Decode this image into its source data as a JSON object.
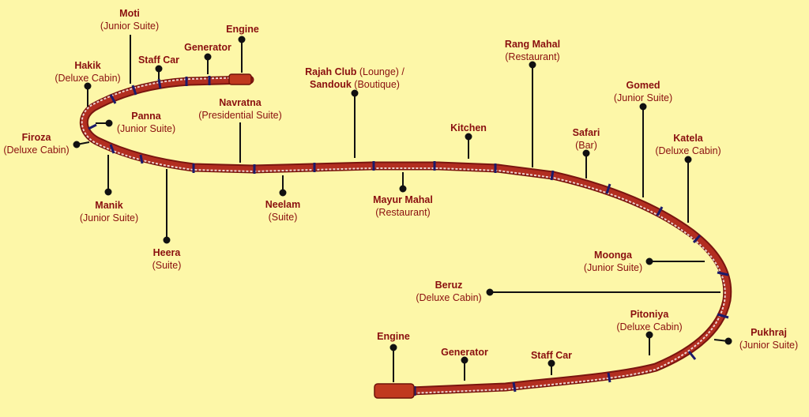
{
  "colors": {
    "background": "#fdf7a8",
    "label_text": "#8a0f0f",
    "coach_body": "#a8251a",
    "coach_roof": "#ffffff",
    "engine_body": "#b8341f",
    "leader_line": "#111111"
  },
  "labels": {
    "moti": {
      "name": "Moti",
      "kind": "(Junior Suite)"
    },
    "engine_top": {
      "name": "Engine",
      "kind": ""
    },
    "generator_top": {
      "name": "Generator",
      "kind": ""
    },
    "staff_car_top": {
      "name": "Staff Car",
      "kind": ""
    },
    "hakik": {
      "name": "Hakik",
      "kind": "(Deluxe Cabin)"
    },
    "panna": {
      "name": "Panna",
      "kind": "(Junior Suite)"
    },
    "firoza": {
      "name": "Firoza",
      "kind": "(Deluxe Cabin)"
    },
    "manik": {
      "name": "Manik",
      "kind": "(Junior Suite)"
    },
    "heera": {
      "name": "Heera",
      "kind": "(Suite)"
    },
    "navratna": {
      "name": "Navratna",
      "kind": "(Presidential Suite)"
    },
    "neelam": {
      "name": "Neelam",
      "kind": "(Suite)"
    },
    "rajah_club": {
      "name1": "Rajah Club",
      "kind1": "(Lounge) /",
      "name2": "Sandouk",
      "kind2": "(Boutique)"
    },
    "mayur_mahal": {
      "name": "Mayur Mahal",
      "kind": "(Restaurant)"
    },
    "kitchen": {
      "name": "Kitchen",
      "kind": ""
    },
    "rang_mahal": {
      "name": "Rang Mahal",
      "kind": "(Restaurant)"
    },
    "safari": {
      "name": "Safari",
      "kind": "(Bar)"
    },
    "gomed": {
      "name": "Gomed",
      "kind": "(Junior Suite)"
    },
    "katela": {
      "name": "Katela",
      "kind": "(Deluxe Cabin)"
    },
    "moonga": {
      "name": "Moonga",
      "kind": "(Junior Suite)"
    },
    "beruz": {
      "name": "Beruz",
      "kind": "(Deluxe Cabin)"
    },
    "pitoniya": {
      "name": "Pitoniya",
      "kind": "(Deluxe Cabin)"
    },
    "pukhraj": {
      "name": "Pukhraj",
      "kind": "(Junior Suite)"
    },
    "engine_bottom": {
      "name": "Engine",
      "kind": ""
    },
    "generator_bottom": {
      "name": "Generator",
      "kind": ""
    },
    "staff_car_bottom": {
      "name": "Staff Car",
      "kind": ""
    }
  }
}
